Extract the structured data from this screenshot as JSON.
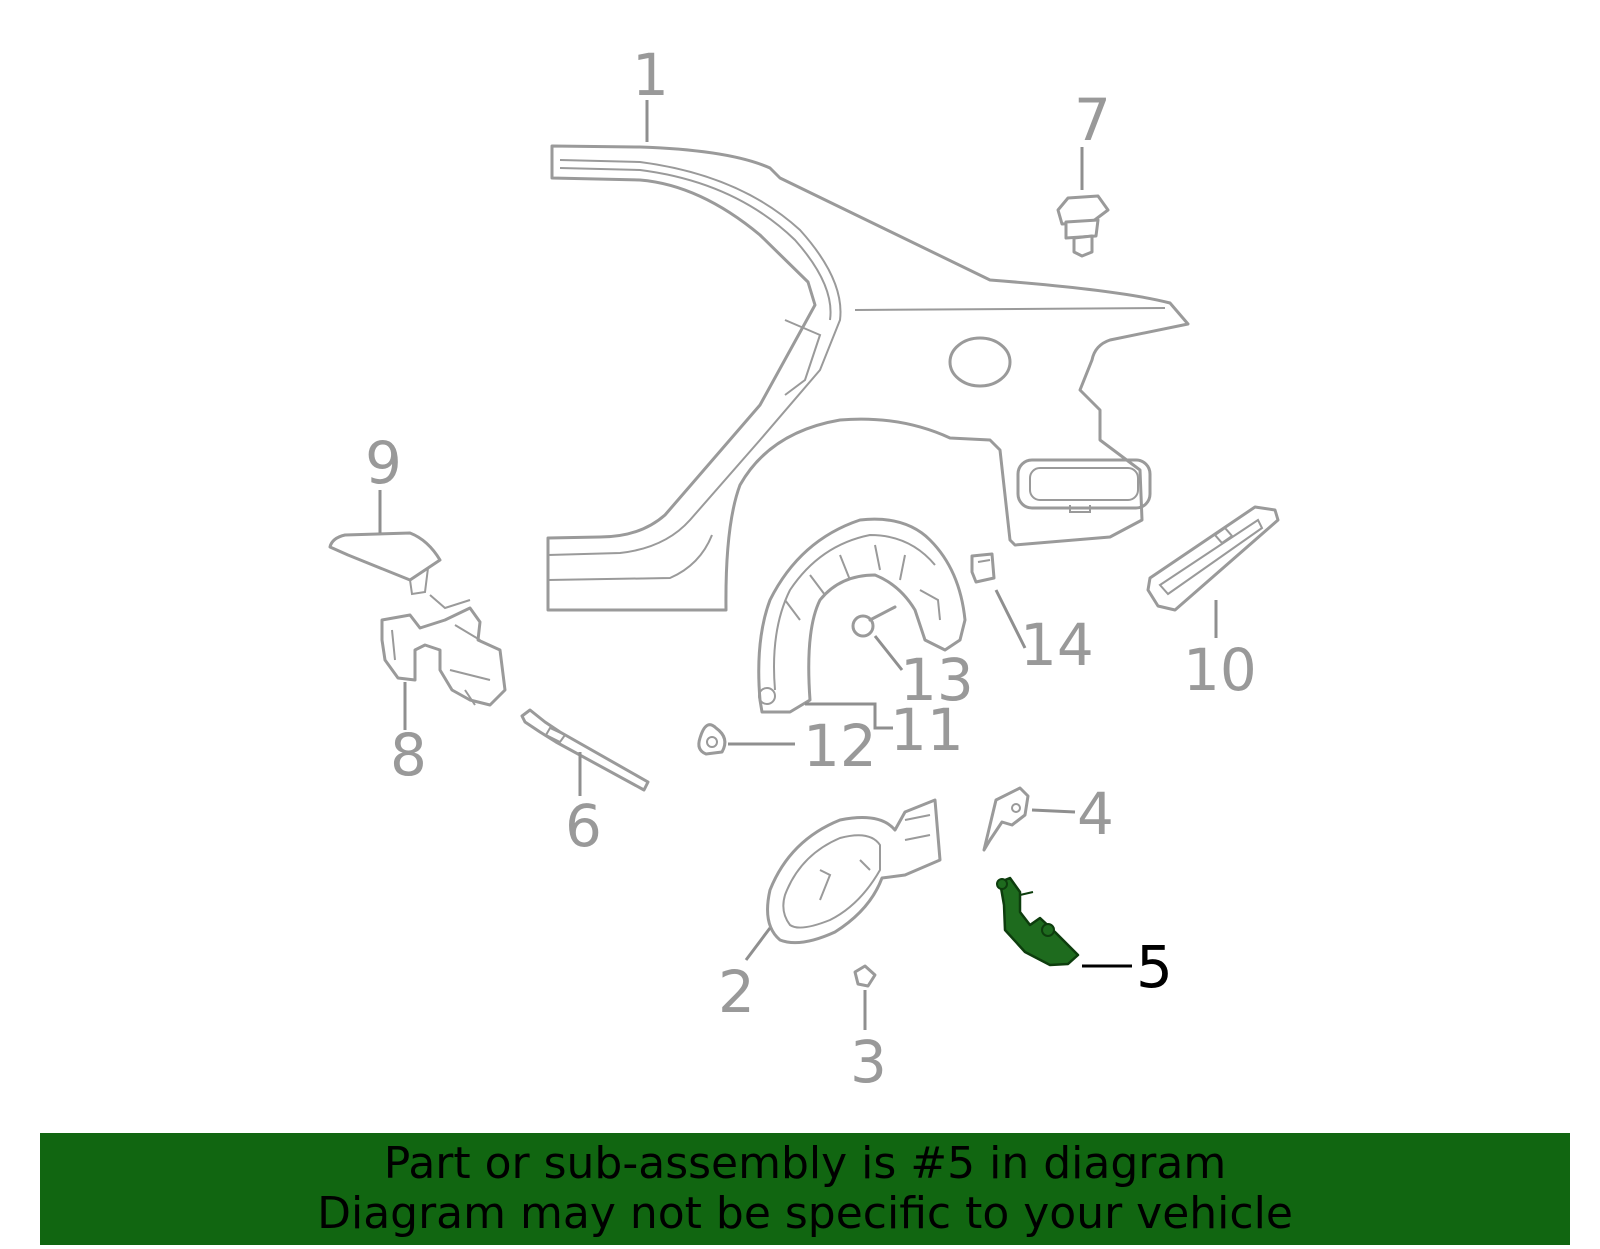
{
  "diagram": {
    "callouts": [
      {
        "id": "1",
        "label": "1"
      },
      {
        "id": "2",
        "label": "2"
      },
      {
        "id": "3",
        "label": "3"
      },
      {
        "id": "4",
        "label": "4"
      },
      {
        "id": "5",
        "label": "5"
      },
      {
        "id": "6",
        "label": "6"
      },
      {
        "id": "7",
        "label": "7"
      },
      {
        "id": "8",
        "label": "8"
      },
      {
        "id": "9",
        "label": "9"
      },
      {
        "id": "10",
        "label": "10"
      },
      {
        "id": "11",
        "label": "11"
      },
      {
        "id": "12",
        "label": "12"
      },
      {
        "id": "13",
        "label": "13"
      },
      {
        "id": "14",
        "label": "14"
      }
    ],
    "highlighted_part": "5",
    "colors": {
      "line_art": "#9a9a9a",
      "highlight_part": "#1e6b1e",
      "banner_bg": "#116611",
      "active_label": "#000000"
    }
  },
  "banner": {
    "line1": "Part or sub-assembly is #5 in diagram",
    "line2": "Diagram may not be specific to your vehicle"
  }
}
